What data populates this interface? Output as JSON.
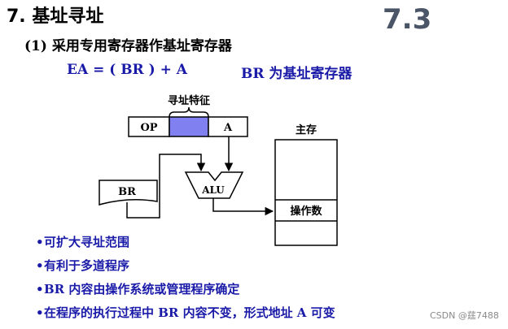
{
  "title": "7. 基址寻址",
  "slide_number": "7.3",
  "subtitle": "(1) 采用专用寄存器作基址寄存器",
  "formula": "EA = ( BR ) + A",
  "formula_note": "BR 为基址寄存器",
  "diagram": {
    "feature_label": "寻址特征",
    "op_label": "OP",
    "a_label": "A",
    "br_label": "BR",
    "alu_label": "ALU",
    "memory_title": "主存",
    "operand_label": "操作数",
    "colors": {
      "feature_fill": "#8080f0",
      "line": "#000000"
    }
  },
  "bullets": [
    "可扩大寻址范围",
    "有利于多道程序",
    "BR 内容由操作系统或管理程序确定",
    "在程序的执行过程中 BR 内容不变，形式地址 A 可变"
  ],
  "bullet_marker": "•",
  "watermark": "CSDN @莛7488"
}
